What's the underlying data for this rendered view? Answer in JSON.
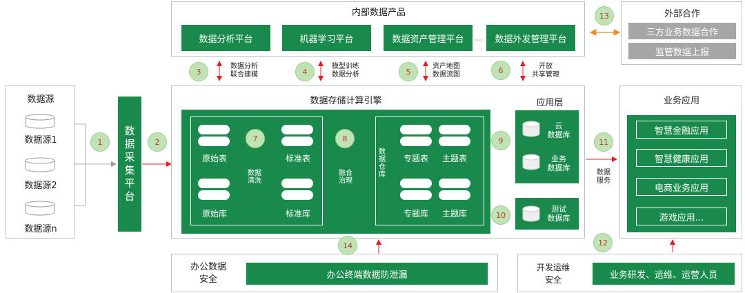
{
  "internal": {
    "title": "内部数据产品",
    "products": [
      "数据分析平台",
      "机器学习平台",
      "数据资产管理平台",
      "数据外发管理平台"
    ],
    "ellipsis": "..."
  },
  "external": {
    "title": "外部合作",
    "items": [
      "三方业务数据合作",
      "监管数据上报"
    ]
  },
  "steps": {
    "s1": "1",
    "s2": "2",
    "s3": "3",
    "s4": "4",
    "s5": "5",
    "s6": "6",
    "s7": "7",
    "s8": "8",
    "s9": "9",
    "s10": "10",
    "s11": "11",
    "s12": "12",
    "s13": "13",
    "s14": "14"
  },
  "notes": {
    "n3": [
      "数据分析",
      "联合建模"
    ],
    "n4": [
      "模型训练",
      "数据分析"
    ],
    "n5": [
      "资产地图",
      "数据流图"
    ],
    "n6": [
      "开放",
      "共享管理"
    ]
  },
  "sources": {
    "title": "数据源",
    "items": [
      "数据源1",
      "数据源2",
      "数据源n"
    ]
  },
  "collect": {
    "label": [
      "数",
      "据",
      "采",
      "集",
      "平",
      "台"
    ]
  },
  "engine": {
    "title": "数据存储计算引擎",
    "raw_table": "原始表",
    "std_table": "标准表",
    "raw_db": "原始库",
    "std_db": "标准库",
    "clean": [
      "数据",
      "清洗"
    ],
    "fuse": [
      "融合",
      "治理"
    ],
    "warehouse": [
      "数",
      "据",
      "仓",
      "库"
    ],
    "topic_table": "专题表",
    "subject_table": "主题表",
    "topic_db": "专题库",
    "subject_db": "主题库"
  },
  "app_layer": {
    "title": "应用层",
    "cloud": [
      "云",
      "数据库"
    ],
    "biz": [
      "业务",
      "数据库"
    ],
    "test": [
      "测试",
      "数据库"
    ]
  },
  "business": {
    "title": "业务应用",
    "items": [
      "智慧金融应用",
      "智慧健康应用",
      "电商业务应用",
      "游戏应用..."
    ],
    "service": [
      "数据",
      "服务"
    ]
  },
  "office": {
    "title": [
      "办公数据",
      "安全"
    ],
    "item": "办公终端数据防泄漏"
  },
  "devops": {
    "title": [
      "开发运维",
      "安全"
    ],
    "item": "业务研发、运维、运营人员"
  },
  "colors": {
    "green": "#1a8a4c",
    "grey": "#a6a6a6",
    "red_arrow": "#e02020",
    "orange_arrow": "#f08c1e"
  }
}
